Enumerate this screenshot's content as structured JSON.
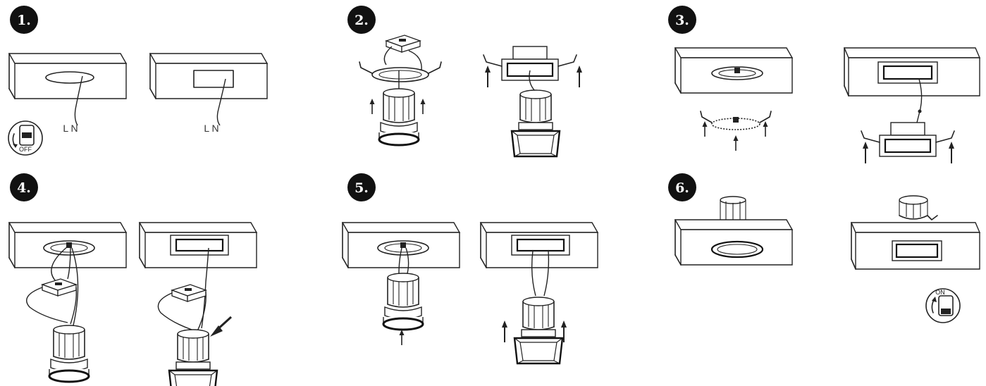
{
  "steps": [
    {
      "badge": "1.",
      "wire_labels": [
        "L N",
        "L N"
      ],
      "switch_label": "OFF"
    },
    {
      "badge": "2."
    },
    {
      "badge": "3."
    },
    {
      "badge": "4."
    },
    {
      "badge": "5."
    },
    {
      "badge": "6.",
      "switch_label": "ON"
    }
  ],
  "colors": {
    "line": "#222222",
    "badge": "#111111",
    "background": "#ffffff"
  },
  "icons": [
    "arrow-up-icon",
    "arrow-pointer-icon",
    "power-switch-off-icon",
    "power-switch-on-icon",
    "led-driver-icon"
  ]
}
